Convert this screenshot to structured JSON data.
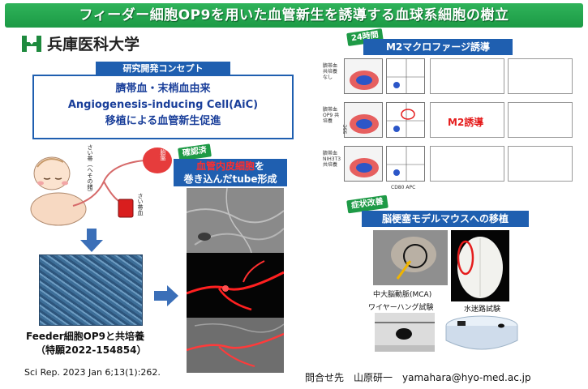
{
  "header": {
    "title": "フィーダー細胞OP9を用いた血管新生を誘導する血球系細胞の樹立"
  },
  "logo": {
    "name": "兵庫医科大学"
  },
  "concept": {
    "label": "研究開発コンセプト",
    "line1": "臍帯血・末梢血由来",
    "line2": "Angiogenesis-inducing Cell(AiC)",
    "line3": "移植による血管新生促進"
  },
  "illustration": {
    "cord_note": "さい帯（へその緒）",
    "placenta": "胎盤",
    "cord_blood": "さい帯血"
  },
  "culture": {
    "feeder_text": "Feeder細胞OP9と共培養",
    "patent_text": "（特願2022-154854）",
    "reference": "Sci Rep. 2023 Jan 6;13(1):262."
  },
  "tube": {
    "badge": "確認済",
    "title_red": "血管内皮細胞",
    "title_rest1": "を",
    "title_line2": "巻き込んだtube形成"
  },
  "m2": {
    "badge": "24時間",
    "title": "M2マクロファージ誘導",
    "rows": [
      "臍帯血 共培養 なし",
      "臍帯血 OP9 共培養",
      "臍帯血 NIH3T3 共培養"
    ],
    "ssc": "SSC",
    "cd80": "CD80 APC",
    "induce_label": "M2誘導"
  },
  "stroke": {
    "badge": "症状改善",
    "title": "脳梗塞モデルマウスへの移植",
    "mca": "中大脳動脈(MCA)",
    "wire": "ワイヤーハング試験",
    "water": "水迷路試験"
  },
  "contact": {
    "text": "問合せ先　山原研一　yamahara@hyo-med.ac.jp"
  },
  "colors": {
    "green": "#1e9a46",
    "blue": "#1f5fb0",
    "red": "#e51c1c"
  }
}
